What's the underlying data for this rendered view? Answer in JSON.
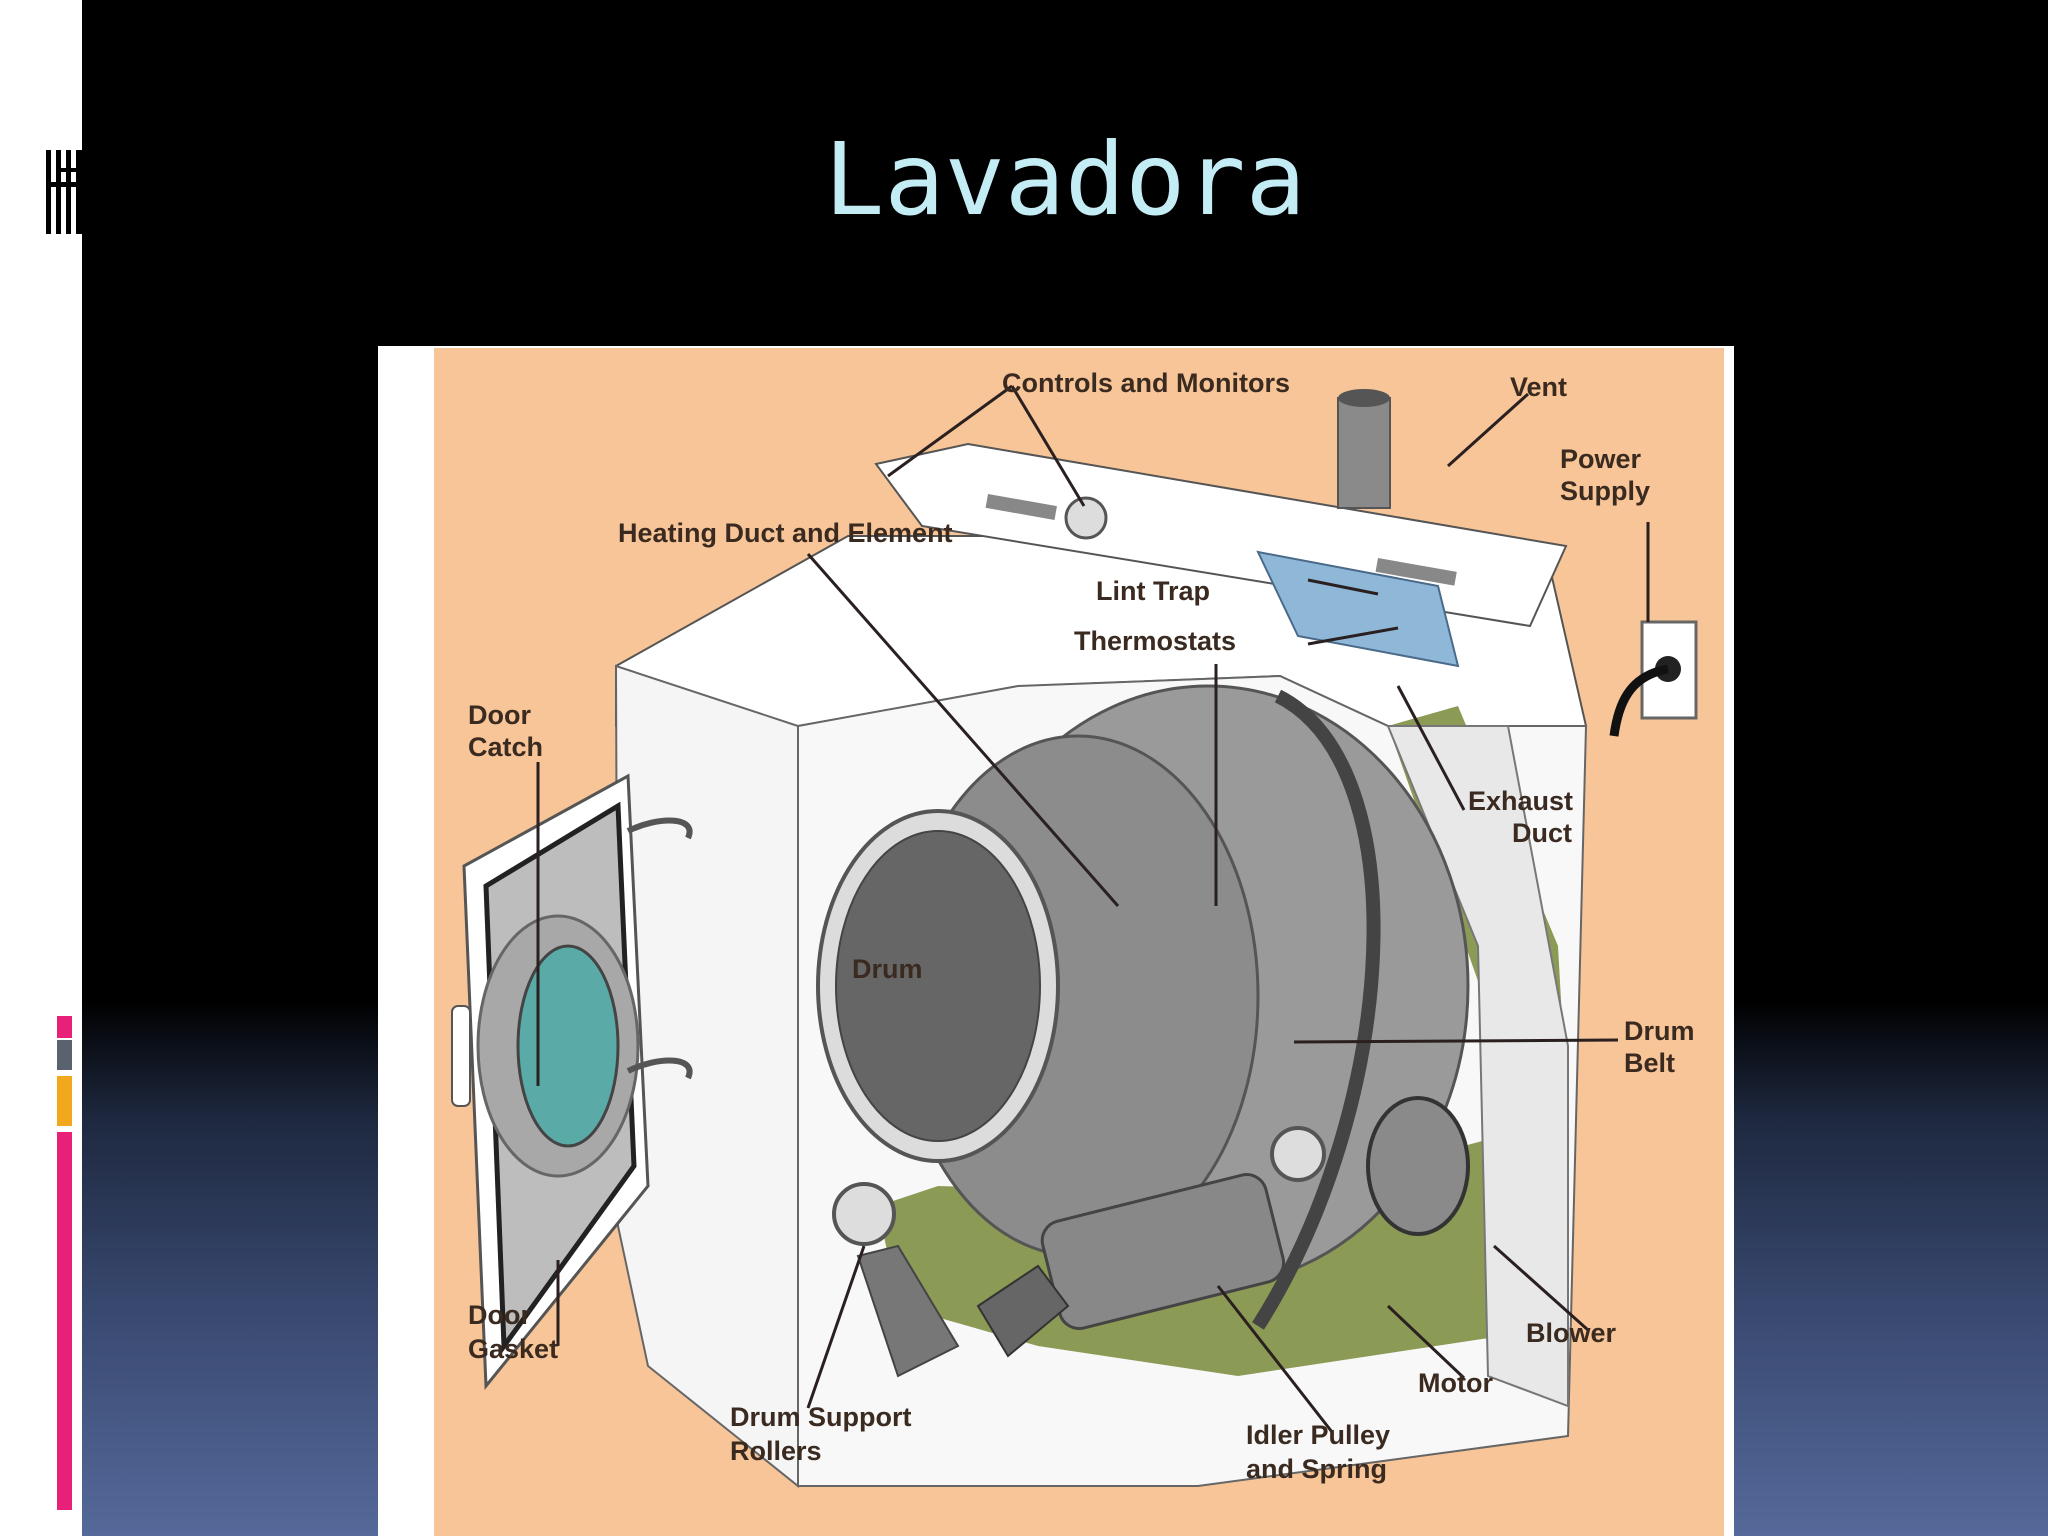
{
  "title": "Lavadora",
  "colors": {
    "title": "#c4ecf5",
    "diagram_background": "#f7c598",
    "accent_pink": "#e8207a",
    "accent_orange": "#f2a81c",
    "accent_gray": "#5a6270"
  },
  "diagram": {
    "labels": {
      "controls": "Controls and Monitors",
      "vent": "Vent",
      "power": [
        "Power",
        "Supply"
      ],
      "heating": "Heating Duct and Element",
      "lint_trap": "Lint Trap",
      "thermostats": "Thermostats",
      "door_catch": [
        "Door",
        "Catch"
      ],
      "exhaust": [
        "Exhaust",
        "Duct"
      ],
      "drum": "Drum",
      "drum_belt": [
        "Drum",
        "Belt"
      ],
      "door_gasket": [
        "Door",
        "Gasket"
      ],
      "blower": "Blower",
      "motor": "Motor",
      "rollers": [
        "Drum Support",
        "Rollers"
      ],
      "idler": [
        "Idler Pulley",
        "and Spring"
      ]
    }
  }
}
